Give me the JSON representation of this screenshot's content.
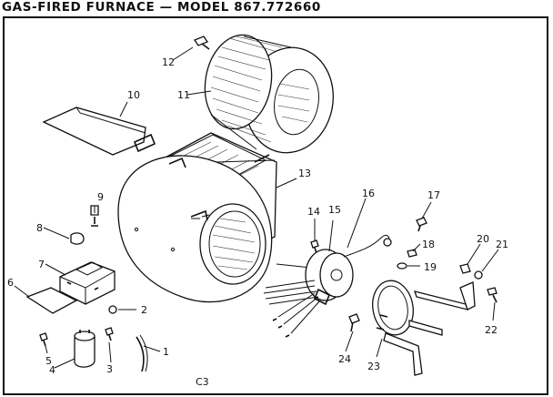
{
  "title": "GAS-FIRED FURNACE — MODEL 867.772660",
  "figure_code": "C3",
  "callouts": [
    {
      "id": "1",
      "label": "1"
    },
    {
      "id": "2",
      "label": "2"
    },
    {
      "id": "3",
      "label": "3"
    },
    {
      "id": "4",
      "label": "4"
    },
    {
      "id": "5",
      "label": "5"
    },
    {
      "id": "6",
      "label": "6"
    },
    {
      "id": "7",
      "label": "7"
    },
    {
      "id": "8",
      "label": "8"
    },
    {
      "id": "9",
      "label": "9"
    },
    {
      "id": "10",
      "label": "10"
    },
    {
      "id": "11",
      "label": "11"
    },
    {
      "id": "12",
      "label": "12"
    },
    {
      "id": "13",
      "label": "13"
    },
    {
      "id": "14",
      "label": "14"
    },
    {
      "id": "15",
      "label": "15"
    },
    {
      "id": "16",
      "label": "16"
    },
    {
      "id": "17",
      "label": "17"
    },
    {
      "id": "18",
      "label": "18"
    },
    {
      "id": "19",
      "label": "19"
    },
    {
      "id": "20",
      "label": "20"
    },
    {
      "id": "21",
      "label": "21"
    },
    {
      "id": "22",
      "label": "22"
    },
    {
      "id": "23",
      "label": "23"
    },
    {
      "id": "24",
      "label": "24"
    }
  ]
}
